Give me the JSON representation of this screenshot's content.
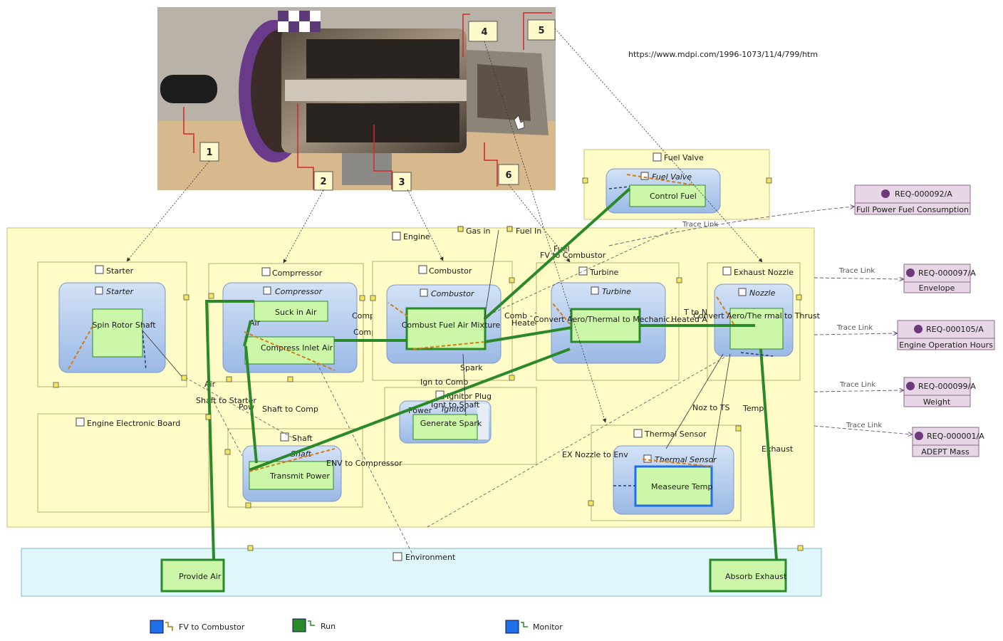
{
  "url": "https://www.mdpi.com/1996-1073/11/4/799/htm",
  "callouts": [
    "1",
    "2",
    "3",
    "4",
    "5",
    "6"
  ],
  "colors": {
    "container_fill": "#fffcc8",
    "container_stroke": "#c8c27a",
    "component_fill": "#a8c4ec",
    "function_fill": "#ccf7a8",
    "function_stroke": "#2d8a2d",
    "env_fill": "#dff6fb",
    "req_fill": "#e7d6e6",
    "flow_green": "#2a8a2a",
    "flow_orange": "#d47b14",
    "highlight_blue": "#1f6fe8"
  },
  "icons": {
    "part": "part-icon",
    "function": "function-icon",
    "requirement": "requirement-icon",
    "port_in": "input-port-icon",
    "port_out": "output-port-icon"
  },
  "engine": {
    "title": "Engine",
    "gas_in": "Gas in",
    "fuel_in": "Fuel In",
    "fuel_label": "Fuel",
    "fv_to_combustor": "FV to Combustor"
  },
  "fuel_valve": {
    "title": "Fuel Valve",
    "inner": "Fuel Valve",
    "function": "Control Fuel"
  },
  "starter": {
    "title": "Starter",
    "inner": "Starter",
    "function": "Spin Rotor Shaft"
  },
  "compressor": {
    "title": "Comprressor",
    "inner": "Compressor",
    "f1": "Suck in Air",
    "f2": "Compress Inlet Air",
    "air": "Air",
    "comp_to_comb": "Comp to Comb",
    "compressed_air": "Compressed Air"
  },
  "combustor": {
    "title": "Combustor",
    "inner": "Combustor",
    "function": "Combust Fuel Air Mixture",
    "comb_turbine": "Comb - Turbine",
    "heated_air": "Heated Air",
    "spark": "Spark",
    "ign_to_comb": "Ign to Comb"
  },
  "turbine": {
    "title": "Turbine",
    "inner": "Turbine",
    "function": "Convert Aero/Thermal to Mechanic...",
    "t_to_n": "T to N",
    "heated_air": "Heated Air"
  },
  "nozzle": {
    "title": "Exhaust Nozzle",
    "inner": "Nozzle",
    "function": "Convert Aero/The rmal to Thrust"
  },
  "ignitor": {
    "title": "Ignitor Plug",
    "inner": "Ignitor",
    "function": "Generate Spark",
    "power": "Power",
    "ignt_to_shaft": "Ignt to Shaft"
  },
  "board": {
    "title": "Engine Electronic Board"
  },
  "shaft": {
    "title": "Shaft",
    "inner": "Shaft",
    "function": "Transmit Power",
    "shaft_to_starter": "Shaft to Starter",
    "pow": "Pow",
    "shaft_to_comp": "Shaft to Comp",
    "env_to_compressor": "ENV to Compressor",
    "air": "Air"
  },
  "thermal": {
    "title": "Thermal Sensor",
    "inner": "Thermal Sensor",
    "function": "Measeure Temp",
    "noz_to_ts": "Noz to TS",
    "temp": "Temp",
    "ex_nozzle_to_env": "EX Nozzle to Env",
    "exhaust": "Exhaust"
  },
  "environment": {
    "title": "Environment",
    "f1": "Provide Air",
    "f2": "Absorb Exhaust"
  },
  "trace_label": "Trace Link",
  "requirements": [
    {
      "id": "REQ-000092/A",
      "name": "Full Power Fuel Consumption"
    },
    {
      "id": "REQ-000097/A",
      "name": "Envelope"
    },
    {
      "id": "REQ-000105/A",
      "name": "Engine Operation Hours"
    },
    {
      "id": "REQ-000099/A",
      "name": "Weight"
    },
    {
      "id": "REQ-000001/A",
      "name": "ADEPT Mass"
    }
  ],
  "legend": [
    {
      "label": "FV to Combustor",
      "color": "#1f6fe8"
    },
    {
      "label": "Run",
      "color": "#2a8a2a"
    },
    {
      "label": "Monitor",
      "color": "#1f6fe8"
    }
  ]
}
